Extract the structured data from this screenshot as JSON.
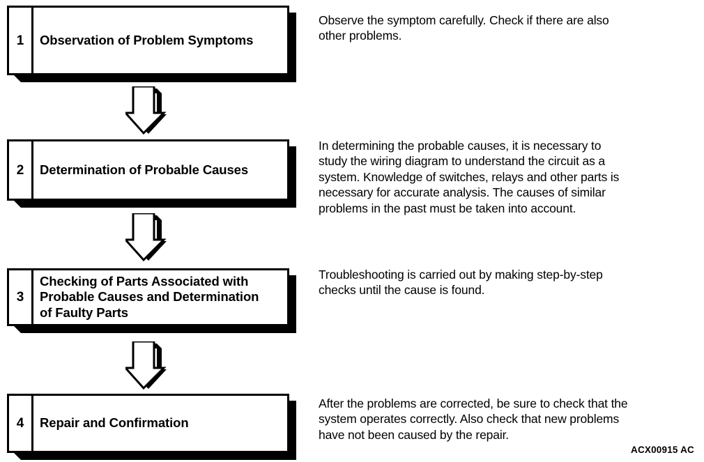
{
  "diagram": {
    "reference_code": "ACX00915 AC",
    "colors": {
      "ink": "#000000",
      "paper": "#ffffff",
      "shadow": "#000000"
    },
    "steps": [
      {
        "number": "1",
        "title_lines": [
          "Observation of Problem Symptoms"
        ],
        "description_lines": [
          "Observe the symptom carefully. Check if there are also",
          "other problems."
        ]
      },
      {
        "number": "2",
        "title_lines": [
          "Determination of Probable Causes"
        ],
        "description_lines": [
          "In determining the probable causes, it is necessary to",
          "study the wiring diagram to understand the circuit as a",
          "system. Knowledge of switches, relays and other parts is",
          "necessary for accurate analysis. The causes of similar",
          "problems in the past must be taken into account."
        ]
      },
      {
        "number": "3",
        "title_lines": [
          "Checking of Parts Associated with",
          "Probable Causes and Determination",
          "of Faulty Parts"
        ],
        "description_lines": [
          "Troubleshooting is carried out by making step-by-step",
          "checks until the cause is found."
        ]
      },
      {
        "number": "4",
        "title_lines": [
          "Repair and Confirmation"
        ],
        "description_lines": [
          "After the problems are corrected, be sure to check that the",
          "system operates correctly. Also check that new problems",
          "have not been caused by the repair."
        ]
      }
    ],
    "connectors": [
      {
        "from_step": "1",
        "to_step": "2",
        "direction": "down"
      },
      {
        "from_step": "2",
        "to_step": "3",
        "direction": "down"
      },
      {
        "from_step": "3",
        "to_step": "4",
        "direction": "down"
      }
    ]
  }
}
